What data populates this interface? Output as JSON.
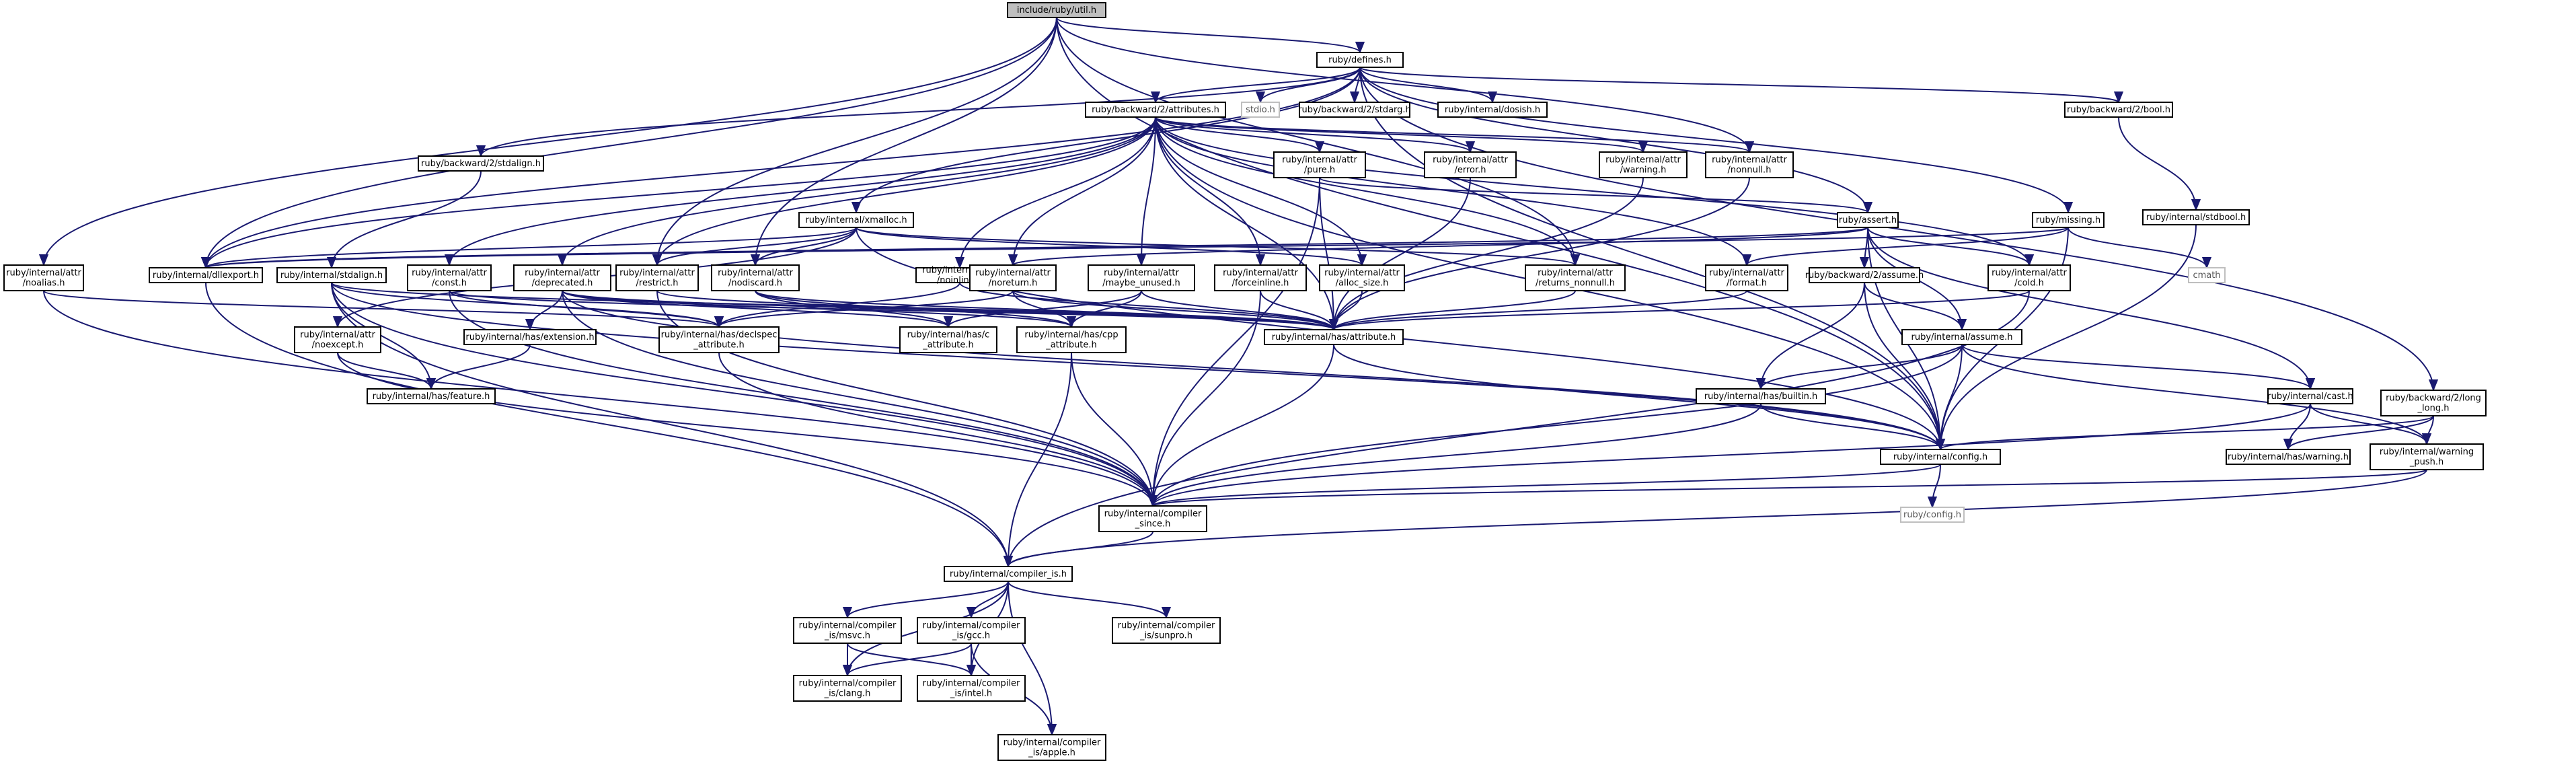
{
  "nodes": [
    {
      "id": "util",
      "label": [
        "include/ruby/util.h"
      ],
      "style": "root"
    },
    {
      "id": "defines",
      "label": [
        "ruby/defines.h"
      ]
    },
    {
      "id": "attributes",
      "label": [
        "ruby/backward/2/attributes.h"
      ]
    },
    {
      "id": "stdio",
      "label": [
        "stdio.h"
      ],
      "style": "ext"
    },
    {
      "id": "stdarg",
      "label": [
        "ruby/backward/2/stdarg.h"
      ]
    },
    {
      "id": "dosish",
      "label": [
        "ruby/internal/dosish.h"
      ]
    },
    {
      "id": "bool",
      "label": [
        "ruby/backward/2/bool.h"
      ]
    },
    {
      "id": "stdalign_b",
      "label": [
        "ruby/backward/2/stdalign.h"
      ]
    },
    {
      "id": "pure",
      "label": [
        "ruby/internal/attr",
        "/pure.h"
      ]
    },
    {
      "id": "errorh",
      "label": [
        "ruby/internal/attr",
        "/error.h"
      ]
    },
    {
      "id": "warningh",
      "label": [
        "ruby/internal/attr",
        "/warning.h"
      ]
    },
    {
      "id": "nonnull",
      "label": [
        "ruby/internal/attr",
        "/nonnull.h"
      ]
    },
    {
      "id": "stdbool",
      "label": [
        "ruby/internal/stdbool.h"
      ]
    },
    {
      "id": "xmalloc",
      "label": [
        "ruby/internal/xmalloc.h"
      ]
    },
    {
      "id": "assert",
      "label": [
        "ruby/assert.h"
      ]
    },
    {
      "id": "missing",
      "label": [
        "ruby/missing.h"
      ]
    },
    {
      "id": "noalias",
      "label": [
        "ruby/internal/attr",
        "/noalias.h"
      ]
    },
    {
      "id": "dllexport",
      "label": [
        "ruby/internal/dllexport.h"
      ]
    },
    {
      "id": "stdalign",
      "label": [
        "ruby/internal/stdalign.h"
      ]
    },
    {
      "id": "consth",
      "label": [
        "ruby/internal/attr",
        "/const.h"
      ]
    },
    {
      "id": "deprecated",
      "label": [
        "ruby/internal/attr",
        "/deprecated.h"
      ]
    },
    {
      "id": "restrict",
      "label": [
        "ruby/internal/attr",
        "/restrict.h"
      ]
    },
    {
      "id": "nodiscard",
      "label": [
        "ruby/internal/attr",
        "/nodiscard.h"
      ]
    },
    {
      "id": "noinline",
      "label": [
        "ruby/internal/attr",
        "/noinline.h"
      ]
    },
    {
      "id": "noreturn",
      "label": [
        "ruby/internal/attr",
        "/noreturn.h"
      ]
    },
    {
      "id": "maybe_unused",
      "label": [
        "ruby/internal/attr",
        "/maybe_unused.h"
      ]
    },
    {
      "id": "forceinline",
      "label": [
        "ruby/internal/attr",
        "/forceinline.h"
      ]
    },
    {
      "id": "alloc_size",
      "label": [
        "ruby/internal/attr",
        "/alloc_size.h"
      ]
    },
    {
      "id": "returns_nonnull",
      "label": [
        "ruby/internal/attr",
        "/returns_nonnull.h"
      ]
    },
    {
      "id": "formath",
      "label": [
        "ruby/internal/attr",
        "/format.h"
      ]
    },
    {
      "id": "assume_b",
      "label": [
        "ruby/backward/2/assume.h"
      ]
    },
    {
      "id": "cold",
      "label": [
        "ruby/internal/attr",
        "/cold.h"
      ]
    },
    {
      "id": "cmath",
      "label": [
        "cmath"
      ],
      "style": "ext"
    },
    {
      "id": "noexcept",
      "label": [
        "ruby/internal/attr",
        "/noexcept.h"
      ]
    },
    {
      "id": "has_extension",
      "label": [
        "ruby/internal/has/extension.h"
      ]
    },
    {
      "id": "has_declspec",
      "label": [
        "ruby/internal/has/declspec",
        "_attribute.h"
      ]
    },
    {
      "id": "has_c_attr",
      "label": [
        "ruby/internal/has/c",
        "_attribute.h"
      ]
    },
    {
      "id": "has_cpp_attr",
      "label": [
        "ruby/internal/has/cpp",
        "_attribute.h"
      ]
    },
    {
      "id": "has_attribute",
      "label": [
        "ruby/internal/has/attribute.h"
      ]
    },
    {
      "id": "has_feature",
      "label": [
        "ruby/internal/has/feature.h"
      ]
    },
    {
      "id": "assume",
      "label": [
        "ruby/internal/assume.h"
      ]
    },
    {
      "id": "has_builtin",
      "label": [
        "ruby/internal/has/builtin.h"
      ]
    },
    {
      "id": "cast",
      "label": [
        "ruby/internal/cast.h"
      ]
    },
    {
      "id": "long_long",
      "label": [
        "ruby/backward/2/long",
        "_long.h"
      ]
    },
    {
      "id": "config",
      "label": [
        "ruby/internal/config.h"
      ]
    },
    {
      "id": "has_warning",
      "label": [
        "ruby/internal/has/warning.h"
      ]
    },
    {
      "id": "warning_push",
      "label": [
        "ruby/internal/warning",
        "_push.h"
      ]
    },
    {
      "id": "rubyconfig",
      "label": [
        "ruby/config.h"
      ],
      "style": "ext"
    },
    {
      "id": "compiler_since",
      "label": [
        "ruby/internal/compiler",
        "_since.h"
      ]
    },
    {
      "id": "compiler_is",
      "label": [
        "ruby/internal/compiler_is.h"
      ]
    },
    {
      "id": "is_msvc",
      "label": [
        "ruby/internal/compiler",
        "_is/msvc.h"
      ]
    },
    {
      "id": "is_gcc",
      "label": [
        "ruby/internal/compiler",
        "_is/gcc.h"
      ]
    },
    {
      "id": "is_sunpro",
      "label": [
        "ruby/internal/compiler",
        "_is/sunpro.h"
      ]
    },
    {
      "id": "is_clang",
      "label": [
        "ruby/internal/compiler",
        "_is/clang.h"
      ]
    },
    {
      "id": "is_intel",
      "label": [
        "ruby/internal/compiler",
        "_is/intel.h"
      ]
    },
    {
      "id": "is_apple",
      "label": [
        "ruby/internal/compiler",
        "_is/apple.h"
      ]
    }
  ],
  "edges": [
    [
      "util",
      "defines"
    ],
    [
      "util",
      "noalias"
    ],
    [
      "util",
      "dllexport"
    ],
    [
      "util",
      "restrict"
    ],
    [
      "util",
      "nodiscard"
    ],
    [
      "util",
      "returns_nonnull"
    ],
    [
      "util",
      "nonnull"
    ],
    [
      "util",
      "config"
    ],
    [
      "defines",
      "attributes"
    ],
    [
      "defines",
      "stdio"
    ],
    [
      "defines",
      "stdarg"
    ],
    [
      "defines",
      "dosish"
    ],
    [
      "defines",
      "bool"
    ],
    [
      "defines",
      "stdalign_b"
    ],
    [
      "defines",
      "xmalloc"
    ],
    [
      "defines",
      "dllexport"
    ],
    [
      "defines",
      "missing"
    ],
    [
      "defines",
      "assert"
    ],
    [
      "defines",
      "long_long"
    ],
    [
      "defines",
      "config"
    ],
    [
      "attributes",
      "pure"
    ],
    [
      "attributes",
      "errorh"
    ],
    [
      "attributes",
      "warningh"
    ],
    [
      "attributes",
      "nonnull"
    ],
    [
      "attributes",
      "consth"
    ],
    [
      "attributes",
      "deprecated"
    ],
    [
      "attributes",
      "restrict"
    ],
    [
      "attributes",
      "noinline"
    ],
    [
      "attributes",
      "noreturn"
    ],
    [
      "attributes",
      "maybe_unused"
    ],
    [
      "attributes",
      "forceinline"
    ],
    [
      "attributes",
      "alloc_size"
    ],
    [
      "attributes",
      "returns_nonnull"
    ],
    [
      "attributes",
      "formath"
    ],
    [
      "attributes",
      "cold"
    ],
    [
      "attributes",
      "dllexport"
    ],
    [
      "attributes",
      "has_attribute"
    ],
    [
      "attributes",
      "config"
    ],
    [
      "bool",
      "stdbool"
    ],
    [
      "stdalign_b",
      "stdalign"
    ],
    [
      "pure",
      "has_attribute"
    ],
    [
      "pure",
      "compiler_since"
    ],
    [
      "pure",
      "assert"
    ],
    [
      "errorh",
      "has_attribute"
    ],
    [
      "warningh",
      "has_attribute"
    ],
    [
      "nonnull",
      "has_attribute"
    ],
    [
      "stdbool",
      "config"
    ],
    [
      "xmalloc",
      "dllexport"
    ],
    [
      "xmalloc",
      "restrict"
    ],
    [
      "xmalloc",
      "nodiscard"
    ],
    [
      "xmalloc",
      "noexcept"
    ],
    [
      "xmalloc",
      "alloc_size"
    ],
    [
      "xmalloc",
      "returns_nonnull"
    ],
    [
      "xmalloc",
      "config"
    ],
    [
      "assert",
      "assume_b"
    ],
    [
      "assert",
      "cold"
    ],
    [
      "assert",
      "dllexport"
    ],
    [
      "assert",
      "noreturn"
    ],
    [
      "assert",
      "cast"
    ],
    [
      "assert",
      "config"
    ],
    [
      "assert",
      "assume"
    ],
    [
      "missing",
      "cmath"
    ],
    [
      "missing",
      "formath"
    ],
    [
      "missing",
      "config"
    ],
    [
      "missing",
      "dllexport"
    ],
    [
      "noalias",
      "compiler_since"
    ],
    [
      "noalias",
      "has_declspec"
    ],
    [
      "dllexport",
      "compiler_is"
    ],
    [
      "stdalign",
      "has_feature"
    ],
    [
      "stdalign",
      "compiler_is"
    ],
    [
      "stdalign",
      "compiler_since"
    ],
    [
      "stdalign",
      "has_attribute"
    ],
    [
      "stdalign",
      "has_declspec"
    ],
    [
      "stdalign",
      "config"
    ],
    [
      "consth",
      "has_attribute"
    ],
    [
      "consth",
      "has_declspec"
    ],
    [
      "consth",
      "compiler_since"
    ],
    [
      "deprecated",
      "has_extension"
    ],
    [
      "deprecated",
      "has_attribute"
    ],
    [
      "deprecated",
      "has_c_attr"
    ],
    [
      "deprecated",
      "has_cpp_attr"
    ],
    [
      "deprecated",
      "compiler_since"
    ],
    [
      "deprecated",
      "config"
    ],
    [
      "restrict",
      "has_attribute"
    ],
    [
      "restrict",
      "compiler_since"
    ],
    [
      "nodiscard",
      "has_c_attr"
    ],
    [
      "nodiscard",
      "has_cpp_attr"
    ],
    [
      "nodiscard",
      "has_attribute"
    ],
    [
      "noinline",
      "has_attribute"
    ],
    [
      "noinline",
      "has_declspec"
    ],
    [
      "noreturn",
      "has_declspec"
    ],
    [
      "noreturn",
      "has_cpp_attr"
    ],
    [
      "noreturn",
      "has_attribute"
    ],
    [
      "maybe_unused",
      "has_c_attr"
    ],
    [
      "maybe_unused",
      "has_cpp_attr"
    ],
    [
      "maybe_unused",
      "has_attribute"
    ],
    [
      "forceinline",
      "compiler_since"
    ],
    [
      "forceinline",
      "has_attribute"
    ],
    [
      "alloc_size",
      "has_attribute"
    ],
    [
      "returns_nonnull",
      "has_attribute"
    ],
    [
      "formath",
      "has_attribute"
    ],
    [
      "assume_b",
      "assume"
    ],
    [
      "assume_b",
      "config"
    ],
    [
      "assume_b",
      "has_builtin"
    ],
    [
      "cold",
      "has_attribute"
    ],
    [
      "cold",
      "compiler_is"
    ],
    [
      "noexcept",
      "has_feature"
    ],
    [
      "noexcept",
      "compiler_since"
    ],
    [
      "has_extension",
      "has_feature"
    ],
    [
      "has_declspec",
      "compiler_since"
    ],
    [
      "has_cpp_attr",
      "compiler_is"
    ],
    [
      "has_cpp_attr",
      "compiler_since"
    ],
    [
      "has_attribute",
      "compiler_since"
    ],
    [
      "has_attribute",
      "config"
    ],
    [
      "assume",
      "cast"
    ],
    [
      "assume",
      "compiler_since"
    ],
    [
      "assume",
      "config"
    ],
    [
      "assume",
      "has_builtin"
    ],
    [
      "assume",
      "warning_push"
    ],
    [
      "has_builtin",
      "compiler_since"
    ],
    [
      "has_builtin",
      "config"
    ],
    [
      "cast",
      "has_warning"
    ],
    [
      "cast",
      "warning_push"
    ],
    [
      "cast",
      "compiler_since"
    ],
    [
      "long_long",
      "has_warning"
    ],
    [
      "long_long",
      "warning_push"
    ],
    [
      "long_long",
      "config"
    ],
    [
      "config",
      "rubyconfig"
    ],
    [
      "config",
      "compiler_since"
    ],
    [
      "warning_push",
      "compiler_since"
    ],
    [
      "warning_push",
      "compiler_is"
    ],
    [
      "compiler_since",
      "compiler_is"
    ],
    [
      "compiler_is",
      "is_msvc"
    ],
    [
      "compiler_is",
      "is_gcc"
    ],
    [
      "compiler_is",
      "is_sunpro"
    ],
    [
      "compiler_is",
      "is_clang"
    ],
    [
      "compiler_is",
      "is_intel"
    ],
    [
      "compiler_is",
      "is_apple"
    ],
    [
      "is_msvc",
      "is_clang"
    ],
    [
      "is_msvc",
      "is_intel"
    ],
    [
      "is_gcc",
      "is_clang"
    ],
    [
      "is_gcc",
      "is_intel"
    ],
    [
      "is_gcc",
      "is_apple"
    ]
  ]
}
